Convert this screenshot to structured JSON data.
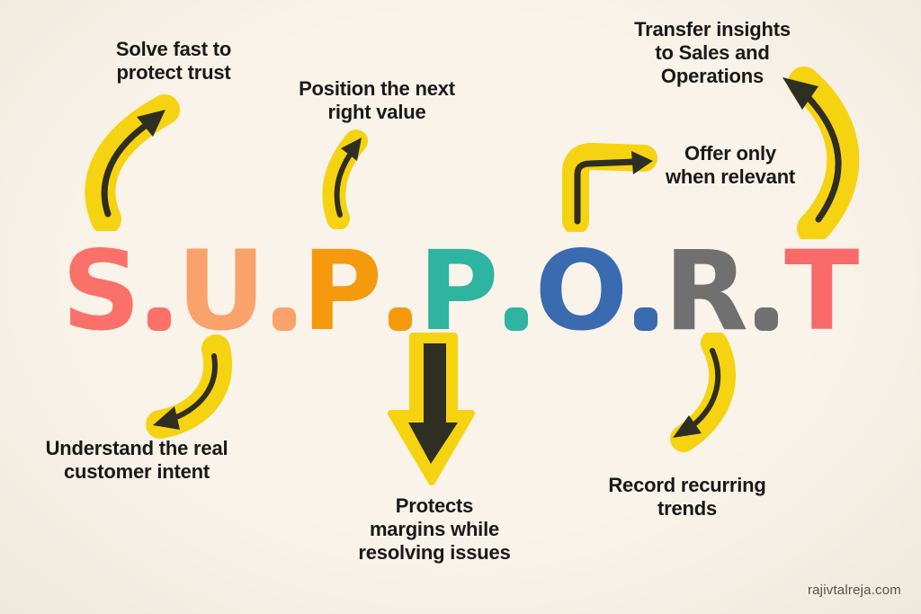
{
  "word": {
    "letters": [
      {
        "char": "S",
        "color": "#F97168"
      },
      {
        "char": "U",
        "color": "#F9A26B"
      },
      {
        "char": "P",
        "color": "#F5990D"
      },
      {
        "char": "P",
        "color": "#2EB4A0"
      },
      {
        "char": "O",
        "color": "#3A6AAF"
      },
      {
        "char": "R",
        "color": "#707070"
      },
      {
        "char": "T",
        "color": "#F96A6A"
      }
    ]
  },
  "labels": {
    "solve": "Solve fast to\nprotect trust",
    "position": "Position the next\nright value",
    "transfer": "Transfer insights\nto Sales and\nOperations",
    "offer": "Offer only\nwhen relevant",
    "understand": "Understand the real\ncustomer intent",
    "protects": "Protects\nmargins while\nresolving issues",
    "record": "Record recurring\ntrends"
  },
  "watermark": "rajivtalreja.com",
  "colors": {
    "arrow_yellow": "#F5D311",
    "arrow_ink": "#2E2E22",
    "text": "#191919",
    "background": "#F8F2E9"
  }
}
